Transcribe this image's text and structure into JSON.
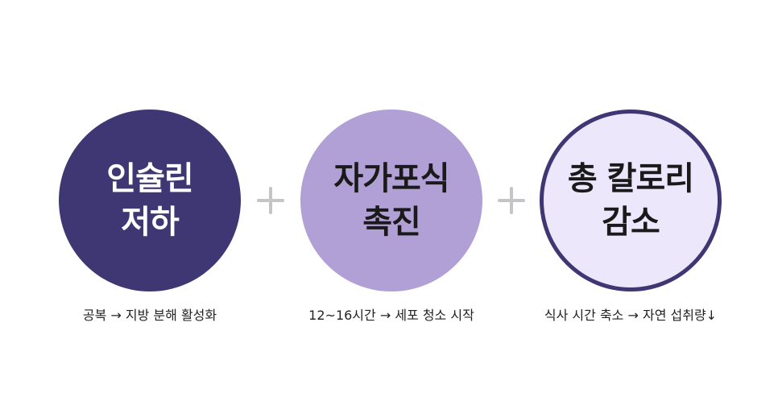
{
  "colors": {
    "circle1_fill": "#3f3674",
    "circle1_text": "#ffffff",
    "circle2_fill": "#b1a0d6",
    "circle2_text": "#1a1a1a",
    "circle3_fill": "#ece7fb",
    "circle3_border": "#3f3674",
    "circle3_text": "#1a1a1a",
    "plus": "#c4c4c9"
  },
  "steps": [
    {
      "line1": "인슐린",
      "line2": "저하",
      "caption": "공복 → 지방 분해 활성화"
    },
    {
      "line1": "자가포식",
      "line2": "촉진",
      "caption": "12~16시간 → 세포 청소 시작"
    },
    {
      "line1": "총 칼로리",
      "line2": "감소",
      "caption": "식사 시간 축소 → 자연 섭취량↓"
    }
  ],
  "connectors": [
    "plus-icon",
    "plus-icon"
  ]
}
